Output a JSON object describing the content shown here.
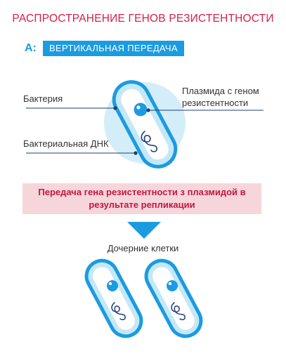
{
  "title": "РАСПРОСТРАНЕНИЕ ГЕНОВ РЕЗИСТЕНТНОСТИ",
  "section": {
    "letter": "А:",
    "label": "ВЕРТИКАЛЬНАЯ ПЕРЕДАЧА"
  },
  "labels": {
    "bacteria": "Бактерия",
    "bacterial_dna": "Бактериальная ДНК",
    "plasmid_line1": "Плазмида с геном",
    "plasmid_line2": "резистентности"
  },
  "note": "Передача гена резистентности з плазмидой в результате репликации",
  "daughter_label": "Дочерние клетки",
  "colors": {
    "accent_blue": "#1b9be0",
    "light_blue": "#c4e8f8",
    "halo": "#d3eef8",
    "title_red": "#d4204a",
    "note_bg": "#f7d6db",
    "note_text": "#c4163d"
  },
  "icons": [
    "bacterium-icon",
    "plasmid-icon",
    "dna-icon",
    "down-arrow-icon"
  ]
}
